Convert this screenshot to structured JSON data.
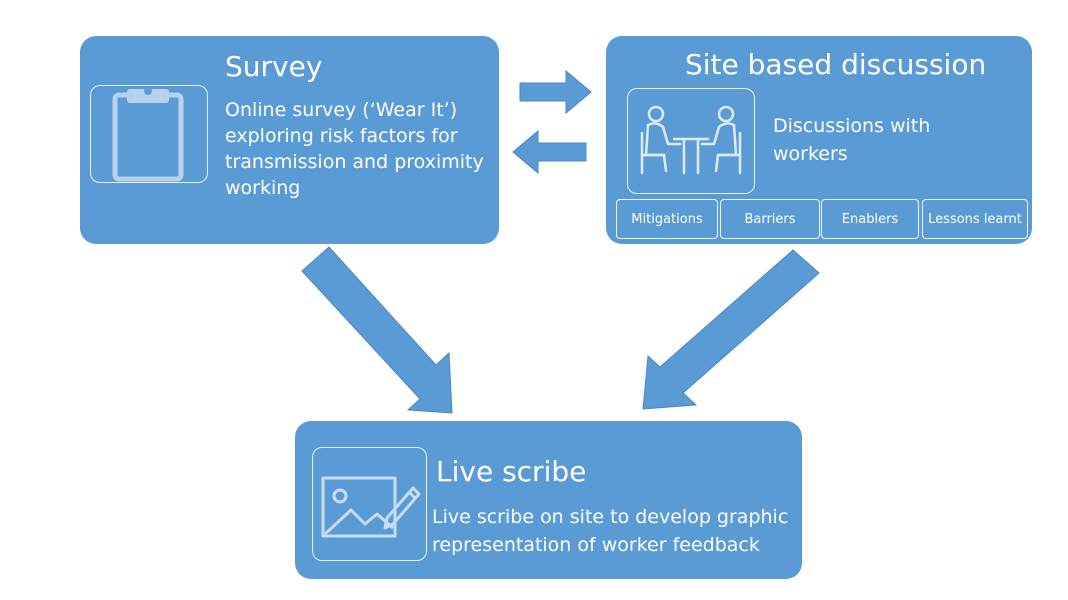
{
  "survey": {
    "title": "Survey",
    "description": "Online survey (‘Wear It’) exploring risk factors for transmission and proximity working",
    "icon": "clipboard-icon"
  },
  "site_discussion": {
    "title": "Site based discussion",
    "description": "Discussions with workers",
    "icon": "meeting-icon",
    "tags": [
      "Mitigations",
      "Barriers",
      "Enablers",
      "Lessons learnt"
    ]
  },
  "live_scribe": {
    "title": "Live scribe",
    "description": "Live scribe on site to develop graphic representation of worker feedback",
    "icon": "image-edit-icon"
  },
  "colors": {
    "box": "#5b9bd5",
    "arrow": "#5b9bd5",
    "arrow_stroke": "#4a87c0",
    "text": "#ffffff"
  }
}
